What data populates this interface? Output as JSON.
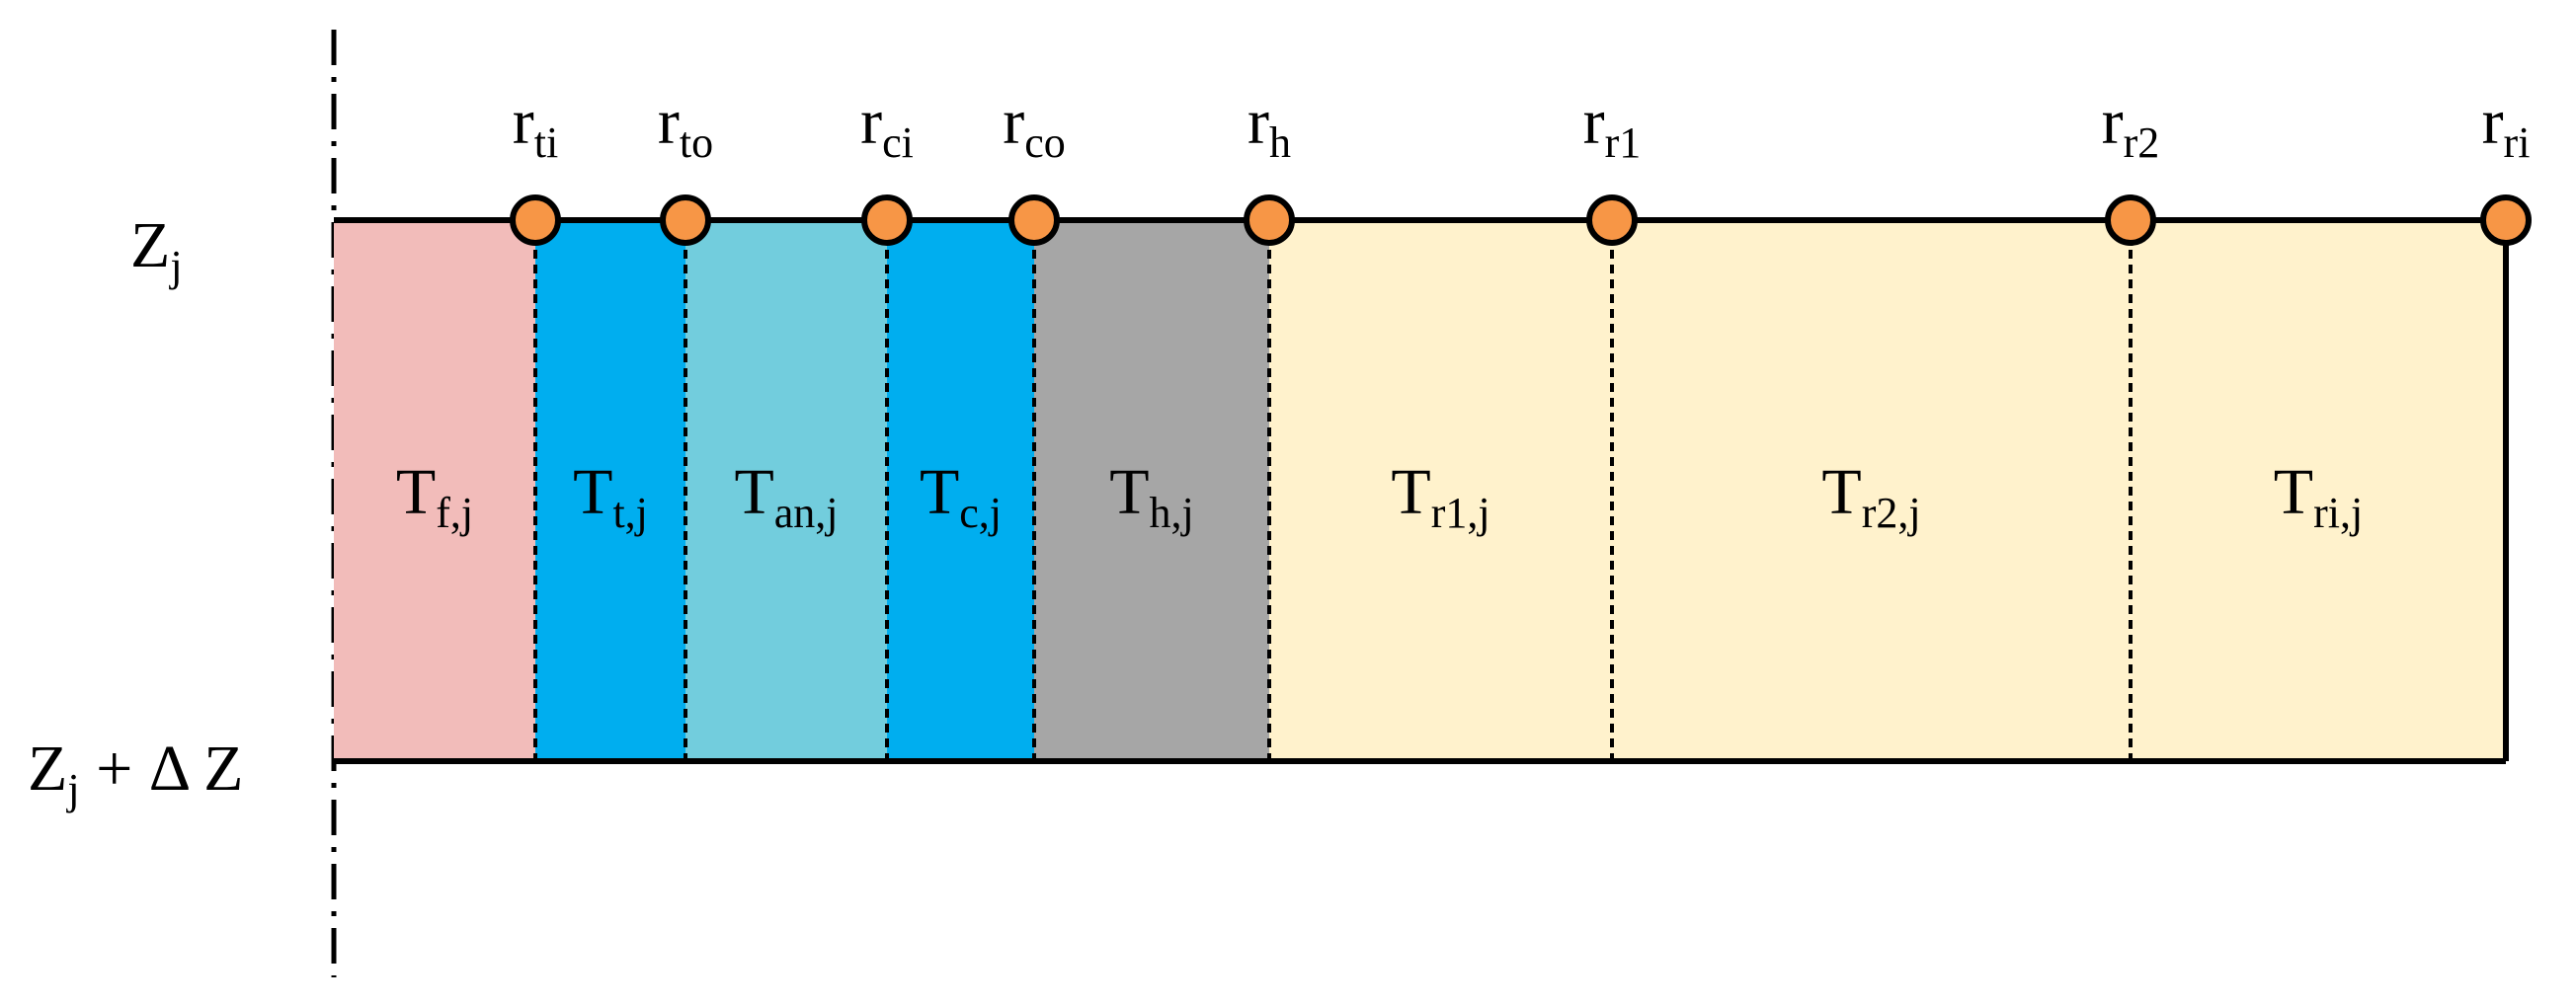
{
  "axis_labels": {
    "top_row": {
      "base": "Z",
      "sub": "j"
    },
    "bottom_row": {
      "base": "Z",
      "sub": "j",
      "suffix": " + Δ Z"
    }
  },
  "regions": [
    {
      "base": "T",
      "sub": "f,j",
      "color": "#f2bcba"
    },
    {
      "base": "T",
      "sub": "t,j",
      "color": "#00aeef"
    },
    {
      "base": "T",
      "sub": "an,j",
      "color": "#72cddd"
    },
    {
      "base": "T",
      "sub": "c,j",
      "color": "#00aeef"
    },
    {
      "base": "T",
      "sub": "h,j",
      "color": "#a6a6a6"
    },
    {
      "base": "T",
      "sub": "r1,j",
      "color": "#fff2cc"
    },
    {
      "base": "T",
      "sub": "r2,j",
      "color": "#fff2cc"
    },
    {
      "base": "T",
      "sub": "ri,j",
      "color": "#fff2cc"
    }
  ],
  "nodes": [
    {
      "base": "r",
      "sub": "ti"
    },
    {
      "base": "r",
      "sub": "to"
    },
    {
      "base": "r",
      "sub": "ci"
    },
    {
      "base": "r",
      "sub": "co"
    },
    {
      "base": "r",
      "sub": "h"
    },
    {
      "base": "r",
      "sub": "r1"
    },
    {
      "base": "r",
      "sub": "r2"
    },
    {
      "base": "r",
      "sub": "ri"
    }
  ],
  "colors": {
    "node_fill": "#f79646",
    "line": "#000000"
  }
}
